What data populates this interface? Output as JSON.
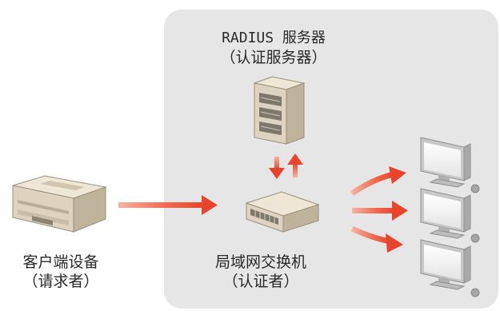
{
  "radius_server": {
    "line1": "RADIUS 服务器",
    "line2": "（认证服务器）"
  },
  "lan_switch": {
    "line1": "局域网交换机",
    "line2": "（认证者）"
  },
  "client_device": {
    "line1": "客户端设备",
    "line2": "（请求者）"
  },
  "colors": {
    "panel": "#e6e6e6",
    "arrow": "#e8442b",
    "device_body": "#ddd3bf",
    "monitor_screen": "#f4f4f4"
  },
  "icons": [
    "printer-icon",
    "server-icon",
    "network-switch-icon",
    "monitor-icon"
  ]
}
